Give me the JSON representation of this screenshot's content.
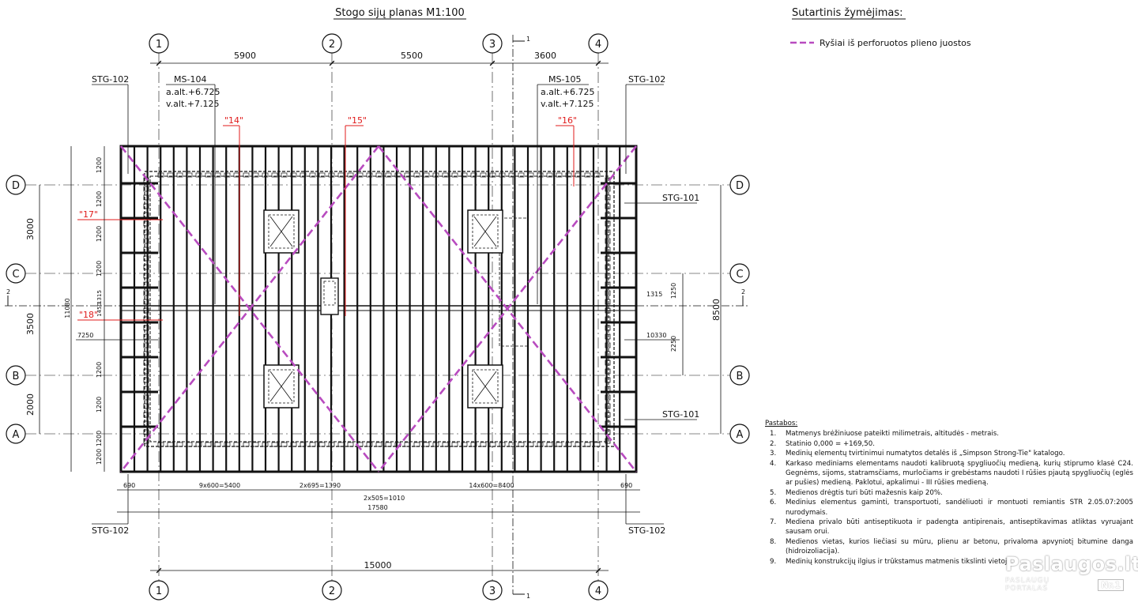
{
  "title": "Stogo sijų planas  M1:100",
  "legend": {
    "title": "Sutartinis žymėjimas:",
    "items": [
      {
        "label": "Ryšiai iš perforuotos plieno juostos",
        "color": "#b84bbf",
        "style": "dashed"
      }
    ]
  },
  "axes": {
    "numbers": [
      "1",
      "2",
      "3",
      "4"
    ],
    "letters": [
      "A",
      "B",
      "C",
      "D"
    ]
  },
  "dimensions": {
    "top": [
      "5900",
      "5500",
      "3600"
    ],
    "bottom_total": "15000",
    "left": [
      "3000",
      "3500",
      "2000"
    ],
    "left_total": "11080",
    "right_total": "8500",
    "left_small": [
      "1200",
      "1200",
      "1200",
      "1200",
      "1315",
      "1450",
      "1200",
      "1200",
      "1200",
      "1200"
    ],
    "left_7250": "7250",
    "right_1315": "1315",
    "right_10330": "10330",
    "right_1250": "1250",
    "right_2250": "2250",
    "bottom_row": [
      "690",
      "9x600=5400",
      "2x695=1390",
      "14x600=8400",
      "690"
    ],
    "bottom_505": "2x505=1010",
    "bottom_overall": "17580"
  },
  "labels": {
    "stg102": "STG-102",
    "stg101": "STG-101",
    "ms104": {
      "name": "MS-104",
      "alt1": "a.alt.+6.725",
      "alt2": "v.alt.+7.125"
    },
    "ms105": {
      "name": "MS-105",
      "alt1": "a.alt.+6.725",
      "alt2": "v.alt.+7.125"
    },
    "section": "1",
    "section2": "2",
    "callouts": [
      "\"14\"",
      "\"15\"",
      "\"16\"",
      "\"17\"",
      "\"18\""
    ]
  },
  "colors": {
    "brace": "#b84bbf",
    "callout": "#e01b1b",
    "line": "#111111"
  },
  "notes": {
    "header": "Pastabos:",
    "items": [
      {
        "n": "1.",
        "text": "Matmenys brėžiniuose pateikti milimetrais, altitudės - metrais."
      },
      {
        "n": "2.",
        "text": "Statinio 0,000 = +169,50."
      },
      {
        "n": "3.",
        "text": "Medinių elementų tvirtinimui numatytos detalės iš „Simpson Strong-Tie\" katalogo."
      },
      {
        "n": "4.",
        "text": "Karkaso mediniams elementams naudoti kalibruotą spygliuočių medieną, kurių stiprumo klasė C24. Gegnėms, sijoms, statramsčiams, murločiams ir grebėstams naudoti I rūšies pjautą spygliuočių (eglės ar pušies) medieną. Paklotui, apkalimui - III rūšies medieną."
      },
      {
        "n": "5.",
        "text": "Medienos drėgtis turi būti mažesnis kaip 20%."
      },
      {
        "n": "6.",
        "text": "Medinius elementus gaminti, transportuoti, sandėliuoti ir montuoti remiantis STR 2.05.07:2005 nurodymais."
      },
      {
        "n": "7.",
        "text": "Mediena privalo būti antiseptikuota ir padengta antipirenais, antiseptikavimas atliktas vyruajant sausam orui."
      },
      {
        "n": "8.",
        "text": "Medienos vietas, kurios liečiasi su mūru, plienu ar betonu, privaloma apvyniotį bitumine danga (hidroizoliacija)."
      },
      {
        "n": "9.",
        "text": "Medinių konstrukcijų ilgius ir trūkstamus matmenis tikslinti vietoje."
      }
    ]
  },
  "watermark": {
    "site": "Paslaugos.lt",
    "portal": "PASLAUGŲ PORTALAS",
    "badge": "Nr.1"
  }
}
